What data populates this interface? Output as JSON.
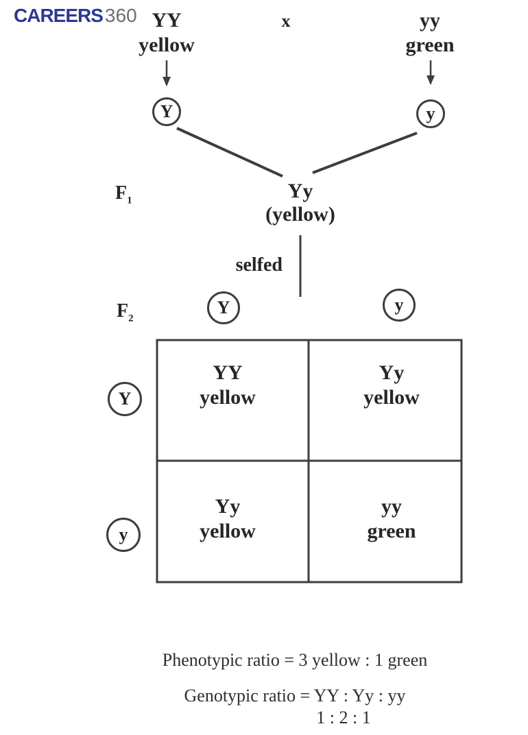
{
  "colors": {
    "ink": "#262626",
    "stroke": "#3d3d3d",
    "logo_blue": "#2b3990",
    "logo_gray": "#6d6e71",
    "background": "#ffffff"
  },
  "logo": {
    "brand": "CAREERS",
    "suffix": "360"
  },
  "cross": {
    "parent1": {
      "genotype": "YY",
      "phenotype": "yellow",
      "gamete": "Y"
    },
    "symbol": "x",
    "parent2": {
      "genotype": "yy",
      "phenotype": "green",
      "gamete": "y"
    },
    "f1": {
      "gen_label": "F",
      "gen_sub": "1",
      "genotype": "Yy",
      "phenotype": "(yellow)",
      "selfed": "selfed"
    },
    "f2": {
      "gen_label": "F",
      "gen_sub": "2",
      "top_gamete_left": "Y",
      "top_gamete_right": "y",
      "side_gamete_top": "Y",
      "side_gamete_bottom": "y"
    }
  },
  "punnett": {
    "cells": [
      {
        "genotype": "YY",
        "phenotype": "yellow"
      },
      {
        "genotype": "Yy",
        "phenotype": "yellow"
      },
      {
        "genotype": "Yy",
        "phenotype": "yellow"
      },
      {
        "genotype": "yy",
        "phenotype": "green"
      }
    ]
  },
  "results": {
    "phenotypic_ratio": "Phenotypic ratio = 3 yellow : 1 green",
    "genotypic_ratio": "Genotypic ratio = YY : Yy : yy",
    "genotypic_numbers": "1 : 2 : 1"
  }
}
